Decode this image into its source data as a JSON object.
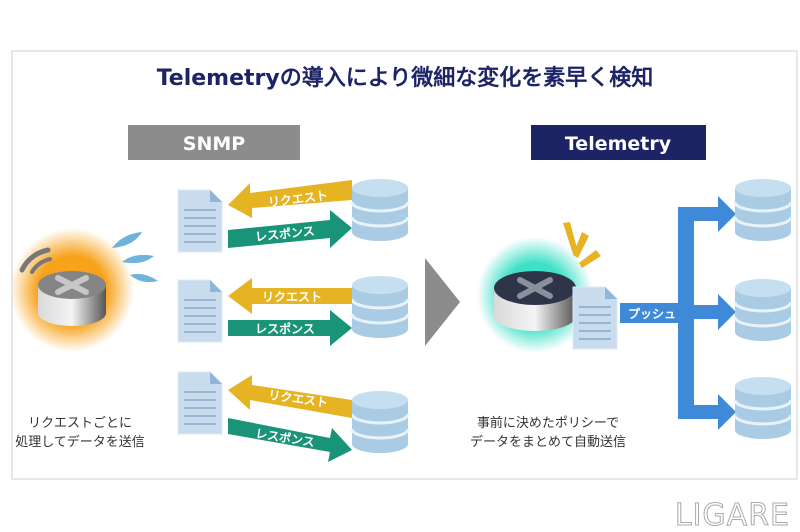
{
  "title": "Telemetryの導入により微細な変化を素早く検知",
  "snmp": {
    "label": "SNMP",
    "request_label": "リクエスト",
    "response_label": "レスポンス",
    "caption_line1": "リクエストごとに",
    "caption_line2": "処理してデータを送信"
  },
  "telemetry": {
    "label": "Telemetry",
    "push_label": "プッシュ",
    "caption_line1": "事前に決めたポリシーで",
    "caption_line2": "データをまとめて自動送信"
  },
  "watermark": "LIGARE",
  "colors": {
    "title": "#1c2466",
    "snmp_box": "#8c8c8c",
    "telemetry_box": "#1c2466",
    "request_arrow": "#e6b422",
    "response_arrow": "#1a9479",
    "push_arrow": "#3f8ad8",
    "database": "#9cc4df"
  }
}
